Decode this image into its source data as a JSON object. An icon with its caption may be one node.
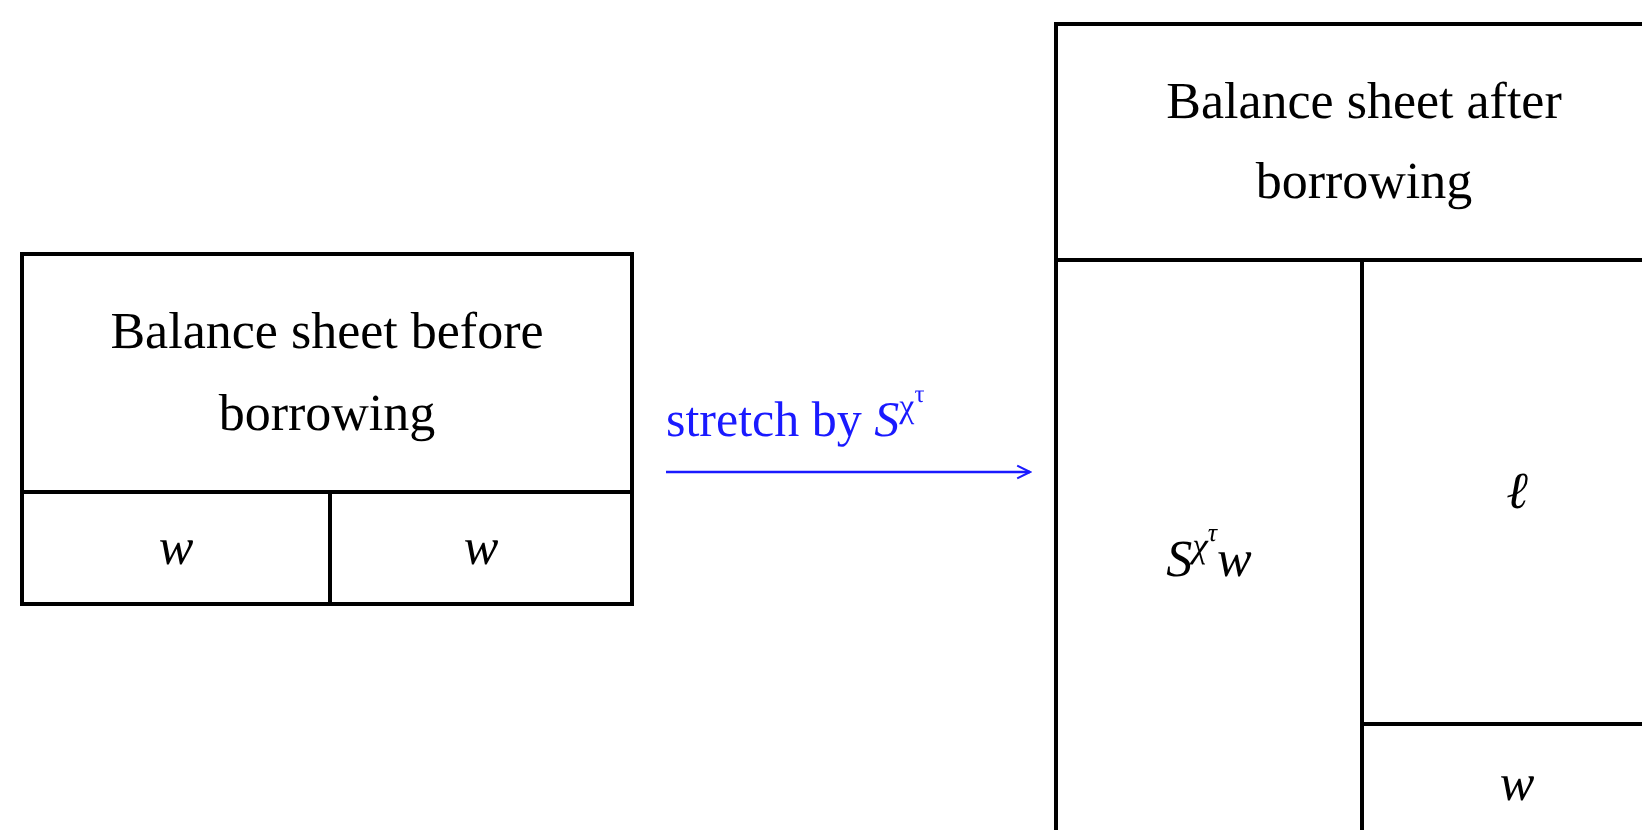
{
  "diagram": {
    "nodes": [
      {
        "text": [
          "Balance sheet before borrowing"
        ]
      },
      {
        "text": [
          "w"
        ],
        "in": 0
      },
      {
        "text": [
          "w"
        ],
        "in": 0
      },
      {
        "text": [
          "Balance sheet after borrowing"
        ]
      },
      {
        "text": [
          "S$^{χ}$$^{τ}$w"
        ],
        "in": 3
      },
      {
        "text": [
          "ℓ"
        ],
        "in": 3
      },
      {
        "text": [
          "w"
        ],
        "in": 3
      }
    ],
    "edges": [
      {
        "from": 0,
        "to": 3,
        "arrow": "to",
        "label": "stretch by *S*$^{χ}$$^{τ}$",
        "color": "#1a1aff"
      }
    ]
  }
}
